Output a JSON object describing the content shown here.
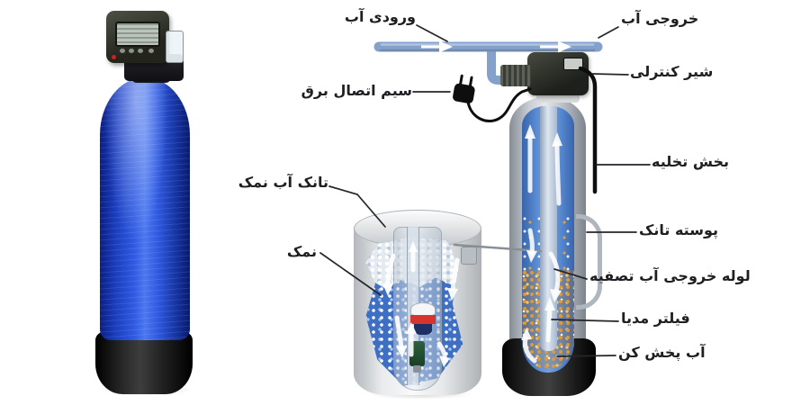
{
  "labels": {
    "water_inlet": "ورودی آب",
    "water_outlet": "خروجی آب",
    "control_valve": "شیر کنترلی",
    "power_cord": "سیم اتصال برق",
    "drain_section": "بخش تخلیه",
    "tank_shell": "پوسته تانک",
    "treated_water_pipe": "لوله خروجی آب تصفیه",
    "filter_media": "فیلتر مدیا",
    "water_distributor": "آب پخش کن",
    "brine_tank": "تانک آب نمک",
    "salt": "نمک"
  },
  "colors": {
    "pipe_blue": "#84a1cb",
    "tank_blue": "#2f5ae2",
    "brine_water_blue": "#3e6fc2",
    "salt_white": "#e3eaf1",
    "resin_amber": "#e09a33",
    "valve_dark": "#2a2c24",
    "base_black": "#141414",
    "shell_gray": "#c7ccd3",
    "label_text": "#1f1f23",
    "leader_line": "#26262a",
    "flow_arrow": "#ffffff"
  }
}
